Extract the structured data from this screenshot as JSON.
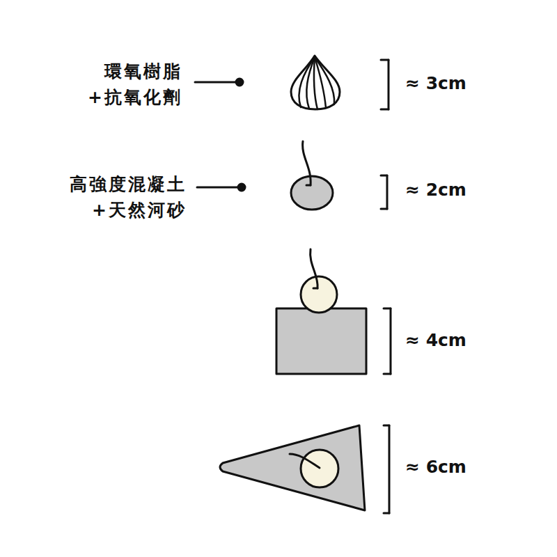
{
  "diagram": {
    "labels": [
      "環氧樹脂 +抗氧化劑",
      "≈ 3cm",
      "高強度混凝土 +天然河砂",
      "≈ 2cm",
      "≈ 4cm",
      "≈ 6cm"
    ]
  }
}
